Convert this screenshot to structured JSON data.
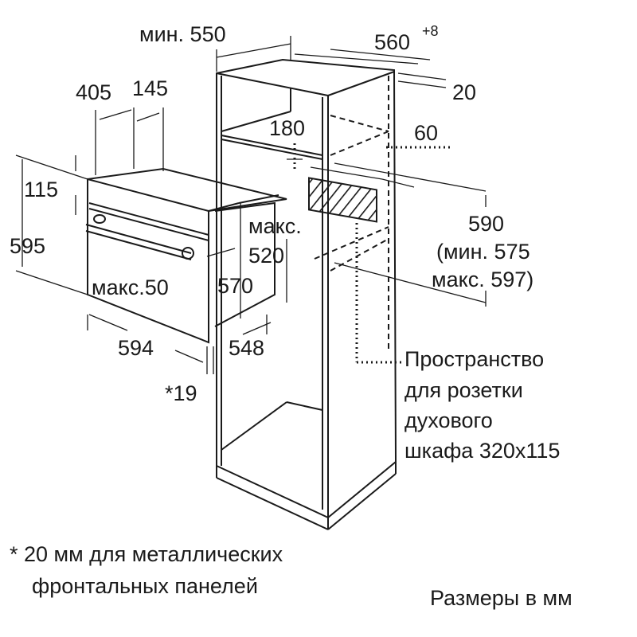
{
  "dimensions": {
    "min_550": "мин. 550",
    "d560": "560",
    "d560_tol": "+8",
    "d20": "20",
    "d405": "405",
    "d145": "145",
    "d180": "180",
    "d60": "60",
    "d115": "115",
    "d595": "595",
    "max_label": "макс.",
    "d520": "520",
    "d590": "590",
    "min_575": "(мин. 575",
    "max_597": "макс. 597)",
    "max_50": "макс.50",
    "d570": "570",
    "d594": "594",
    "d548": "548",
    "star_19": "*19"
  },
  "socket_note": [
    "Пространство",
    "для розетки",
    "духового",
    "шкафа 320x115"
  ],
  "footnote": [
    "* 20 мм для металлических",
    "фронтальных панелей"
  ],
  "units_note": "Размеры в мм"
}
